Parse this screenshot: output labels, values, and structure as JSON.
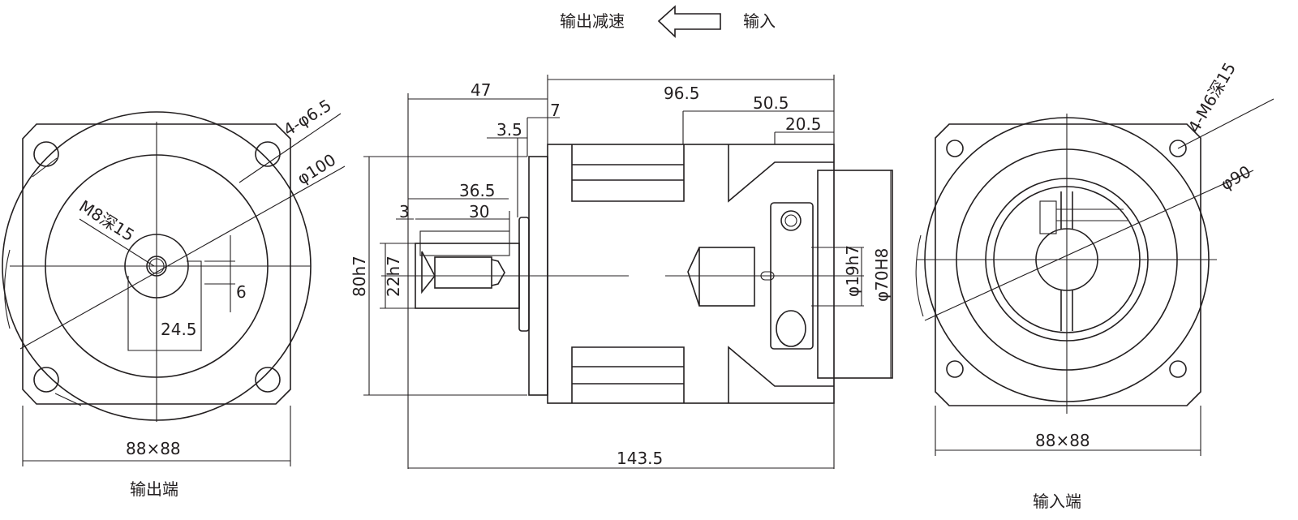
{
  "header": {
    "output_reducer": "输出减速",
    "input": "输入",
    "arrow_icon": "left-arrow-outline"
  },
  "left_view": {
    "title": "输出端",
    "holes": "4-φ6.5",
    "pcd": "φ100",
    "thread": "M8深15",
    "key_width": "6",
    "key_height": "24.5",
    "size": "88×88"
  },
  "side_view": {
    "d47": "47",
    "d96_5": "96.5",
    "d50_5": "50.5",
    "d20_5": "20.5",
    "d7": "7",
    "d3_5": "3.5",
    "d36_5": "36.5",
    "d3": "3",
    "d30": "30",
    "d80h7": "80h7",
    "d22h7": "22h7",
    "d19h7": "φ19h7",
    "d70H8": "φ70H8",
    "d143_5": "143.5"
  },
  "right_view": {
    "title": "输入端",
    "holes": "4-M6深15",
    "pcd": "φ90",
    "size": "88×88"
  },
  "colors": {
    "line": "#231f20",
    "background": "#ffffff"
  }
}
